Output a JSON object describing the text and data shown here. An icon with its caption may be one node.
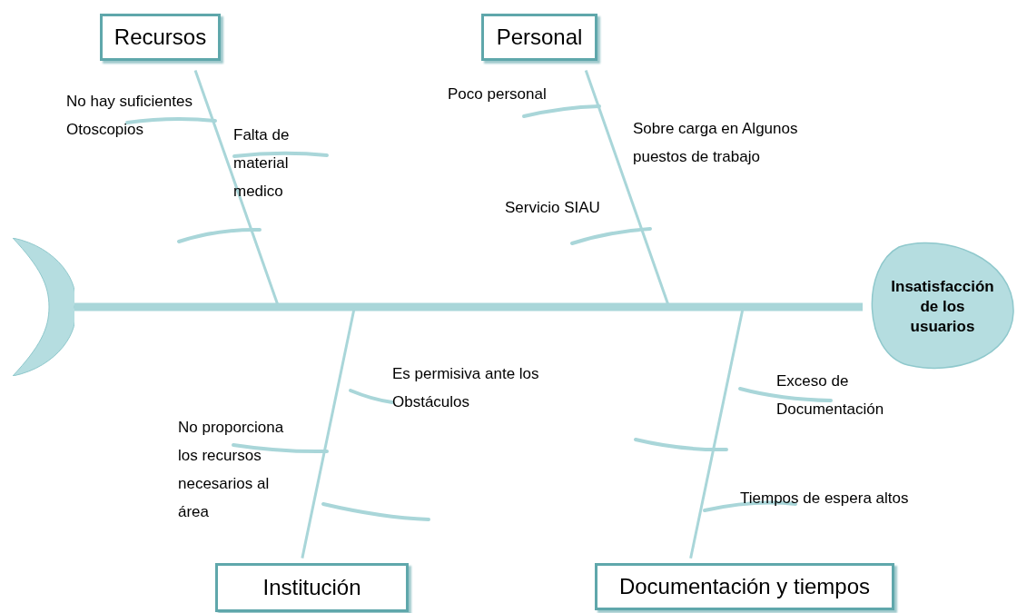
{
  "diagram": {
    "nodes": [
      {
        "text": [
          "Recursos"
        ]
      },
      {
        "text": [
          "Personal"
        ]
      },
      {
        "text": [
          "Institución"
        ]
      },
      {
        "text": [
          "Documentación y tiempos"
        ]
      },
      {
        "text": [
          "Insatisfacción de los usuarios"
        ]
      },
      {
        "text": [],
        "shape": "crescent"
      }
    ],
    "edges": [
      {
        "from": 5,
        "to": 4,
        "arrow": "none",
        "style": "thick"
      },
      {
        "from": 0,
        "to": null,
        "arrow": "none"
      },
      {
        "from": 1,
        "to": null,
        "arrow": "none"
      },
      {
        "from": 2,
        "to": null,
        "arrow": "none"
      },
      {
        "from": 3,
        "to": null,
        "arrow": "none"
      }
    ],
    "labels": [
      "No hay suficientes Otoscopios",
      "Falta de material medico",
      "Poco personal",
      "Sobre carga en Algunos puestos de trabajo",
      "Servicio SIAU",
      "Es permisiva ante los Obstáculos",
      "No proporciona los recursos necesarios al área",
      "Exceso de Documentación",
      "Tiempos de espera altos"
    ]
  }
}
